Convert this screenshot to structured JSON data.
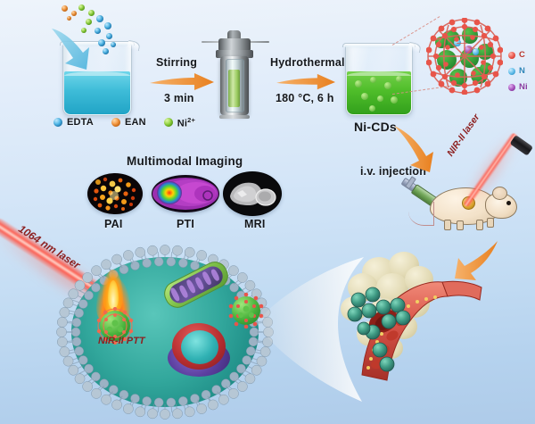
{
  "figure": {
    "title": "Ni-CDs synthesis and NIR-II photothermal theranostics scheme",
    "background_top": "#eef4fb",
    "background_bottom": "#aecbe9"
  },
  "synthesis": {
    "reagent_legend": [
      {
        "label": "EDTA",
        "color": "#4bb6e8",
        "icon": "blue-sphere-icon"
      },
      {
        "label": "EAN",
        "color": "#f39237",
        "icon": "orange-sphere-icon"
      },
      {
        "label": "Ni2+",
        "label_html": "Ni",
        "superscript": "2+",
        "color": "#8dd13a",
        "icon": "green-sphere-icon"
      }
    ],
    "step1": {
      "arrow_top": "Stirring",
      "arrow_bottom": "3 min",
      "arrow_color": "#ef8b2c"
    },
    "step2": {
      "arrow_top": "Hydrothermal",
      "arrow_bottom": "180 °C, 6 h",
      "arrow_color": "#ef8b2c"
    },
    "product_label": "Ni-CDs",
    "beaker1_liquid_color": "#4cc5e0",
    "beaker2_liquid_color": "#52bf2e"
  },
  "nanoparticle_legend": {
    "items": [
      {
        "label": "C",
        "color": "#e8554a",
        "icon": "carbon-atom-icon"
      },
      {
        "label": "N",
        "color": "#59b8e6",
        "icon": "nitrogen-atom-icon"
      },
      {
        "label": "Ni",
        "color": "#a34fb9",
        "icon": "nickel-atom-icon"
      }
    ]
  },
  "imaging": {
    "heading": "Multimodal Imaging",
    "modalities": [
      {
        "label": "PAI",
        "name": "photoacoustic-imaging"
      },
      {
        "label": "PTI",
        "name": "photothermal-imaging"
      },
      {
        "label": "MRI",
        "name": "magnetic-resonance-imaging"
      }
    ]
  },
  "in_vivo": {
    "injection_label": "i.v. injection",
    "laser_label": "NIR-II laser",
    "laser_label_color": "#8d2020"
  },
  "cellular": {
    "laser_label": "1064 nm laser",
    "therapy_label": "NIR-II PTT",
    "label_color": "#8d2020",
    "organelles": [
      {
        "name": "mitochondrion"
      },
      {
        "name": "nucleus"
      },
      {
        "name": "nanoparticle-internalized"
      }
    ]
  },
  "tumor_site": {
    "name": "tumor-blood-vessel",
    "vessel_color": "#d4564a",
    "tumor_color": "#e3dbb6"
  }
}
